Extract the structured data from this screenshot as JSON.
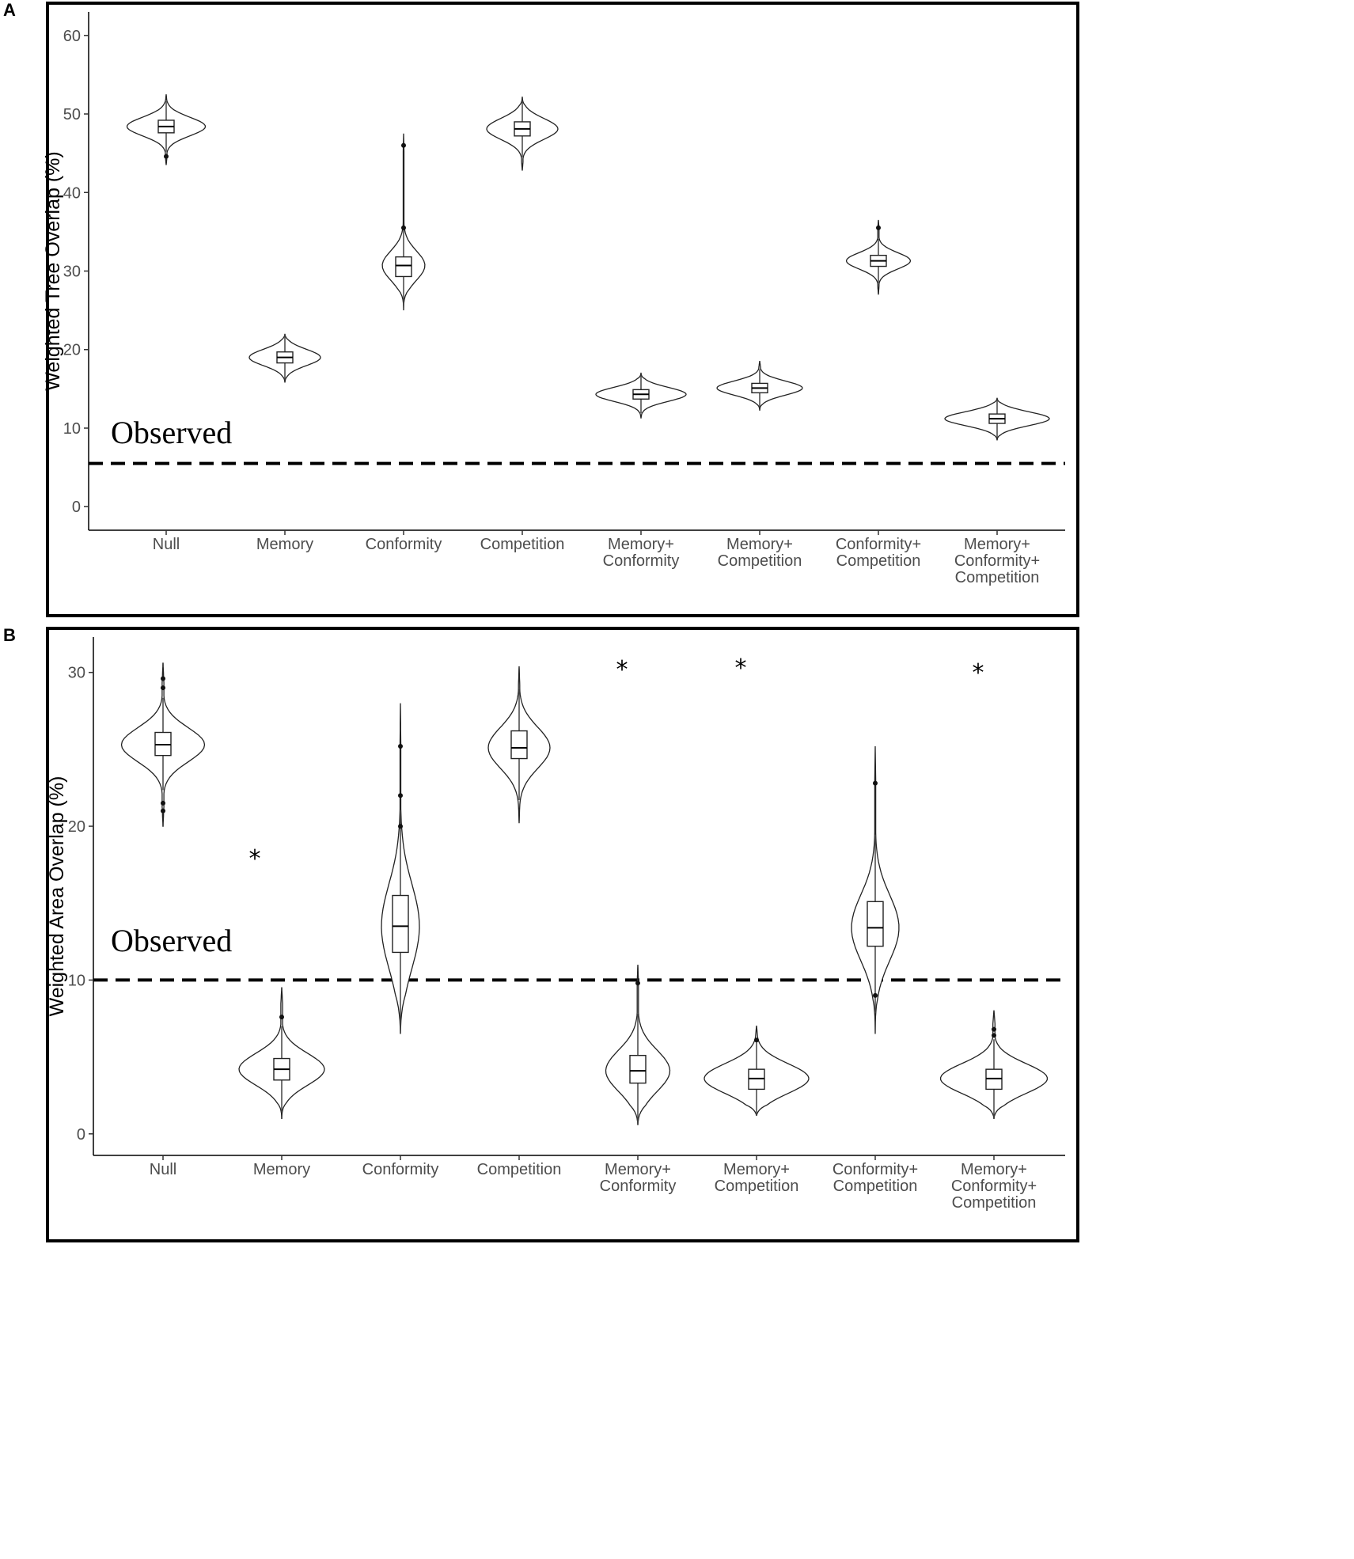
{
  "panels": [
    {
      "letter": "A"
    },
    {
      "letter": "B"
    }
  ],
  "chart_data": [
    {
      "type": "violin",
      "panel": "A",
      "ylabel": "Weighted Tree Overlap (%)",
      "xlabel": "",
      "ylim": [
        -3,
        63
      ],
      "yticks": [
        0,
        10,
        20,
        30,
        40,
        50,
        60
      ],
      "categories": [
        [
          "Null"
        ],
        [
          "Memory"
        ],
        [
          "Conformity"
        ],
        [
          "Competition"
        ],
        [
          "Memory+",
          "Conformity"
        ],
        [
          "Memory+",
          "Competition"
        ],
        [
          "Conformity+",
          "Competition"
        ],
        [
          "Memory+",
          "Conformity+",
          "Competition"
        ]
      ],
      "observed": {
        "label": "Observed",
        "value": 5.5
      },
      "significance": [],
      "violins": [
        {
          "min": 43.5,
          "max": 52.5,
          "q1": 47.6,
          "median": 48.4,
          "q3": 49.2,
          "half_width": 0.33,
          "outliers": [
            44.6
          ]
        },
        {
          "min": 15.8,
          "max": 22.0,
          "q1": 18.3,
          "median": 19.0,
          "q3": 19.7,
          "half_width": 0.3,
          "outliers": []
        },
        {
          "min": 25.0,
          "max": 47.5,
          "q1": 29.3,
          "median": 30.7,
          "q3": 31.8,
          "half_width": 0.18,
          "outliers": [
            35.5,
            46.0
          ]
        },
        {
          "min": 42.8,
          "max": 52.2,
          "q1": 47.2,
          "median": 48.1,
          "q3": 49.0,
          "half_width": 0.3,
          "outliers": []
        },
        {
          "min": 11.3,
          "max": 17.0,
          "q1": 13.7,
          "median": 14.3,
          "q3": 14.9,
          "half_width": 0.38,
          "outliers": []
        },
        {
          "min": 12.3,
          "max": 18.5,
          "q1": 14.5,
          "median": 15.1,
          "q3": 15.7,
          "half_width": 0.36,
          "outliers": []
        },
        {
          "min": 27.0,
          "max": 36.5,
          "q1": 30.6,
          "median": 31.3,
          "q3": 32.0,
          "half_width": 0.27,
          "outliers": [
            35.5
          ]
        },
        {
          "min": 8.5,
          "max": 13.8,
          "q1": 10.6,
          "median": 11.2,
          "q3": 11.8,
          "half_width": 0.44,
          "outliers": []
        }
      ]
    },
    {
      "type": "violin",
      "panel": "B",
      "ylabel": "Weighted Area Overlap (%)",
      "xlabel": "",
      "ylim": [
        -1.4,
        32.3
      ],
      "yticks": [
        0,
        10,
        20,
        30
      ],
      "categories": [
        [
          "Null"
        ],
        [
          "Memory"
        ],
        [
          "Conformity"
        ],
        [
          "Competition"
        ],
        [
          "Memory+",
          "Conformity"
        ],
        [
          "Memory+",
          "Competition"
        ],
        [
          "Conformity+",
          "Competition"
        ],
        [
          "Memory+",
          "Conformity+",
          "Competition"
        ]
      ],
      "observed": {
        "label": "Observed",
        "value": 10
      },
      "significance": [
        {
          "category_index": 1,
          "label": "*",
          "y": 18.5
        },
        {
          "category_index": 4,
          "label": "*",
          "y": 30.8
        },
        {
          "category_index": 5,
          "label": "*",
          "y": 30.9
        },
        {
          "category_index": 7,
          "label": "*",
          "y": 30.6
        }
      ],
      "violins": [
        {
          "min": 20.0,
          "max": 30.6,
          "q1": 24.6,
          "median": 25.3,
          "q3": 26.1,
          "half_width": 0.35,
          "outliers": [
            21.0,
            21.5,
            29.0,
            29.6
          ]
        },
        {
          "min": 1.0,
          "max": 9.5,
          "q1": 3.5,
          "median": 4.2,
          "q3": 4.9,
          "half_width": 0.36,
          "outliers": [
            7.6
          ]
        },
        {
          "min": 6.5,
          "max": 28.0,
          "q1": 11.8,
          "median": 13.5,
          "q3": 15.5,
          "half_width": 0.16,
          "outliers": [
            20.0,
            22.0,
            25.2
          ]
        },
        {
          "min": 20.2,
          "max": 30.4,
          "q1": 24.4,
          "median": 25.1,
          "q3": 26.2,
          "half_width": 0.26,
          "outliers": []
        },
        {
          "min": 0.6,
          "max": 11.0,
          "q1": 3.3,
          "median": 4.1,
          "q3": 5.1,
          "half_width": 0.27,
          "outliers": [
            9.8
          ]
        },
        {
          "min": 1.2,
          "max": 7.0,
          "q1": 2.9,
          "median": 3.6,
          "q3": 4.2,
          "half_width": 0.44,
          "outliers": [
            6.1
          ]
        },
        {
          "min": 6.5,
          "max": 25.2,
          "q1": 12.2,
          "median": 13.4,
          "q3": 15.1,
          "half_width": 0.2,
          "outliers": [
            9.0,
            22.8
          ]
        },
        {
          "min": 1.0,
          "max": 8.0,
          "q1": 2.9,
          "median": 3.6,
          "q3": 4.2,
          "half_width": 0.45,
          "outliers": [
            6.4,
            6.8
          ]
        }
      ]
    }
  ]
}
